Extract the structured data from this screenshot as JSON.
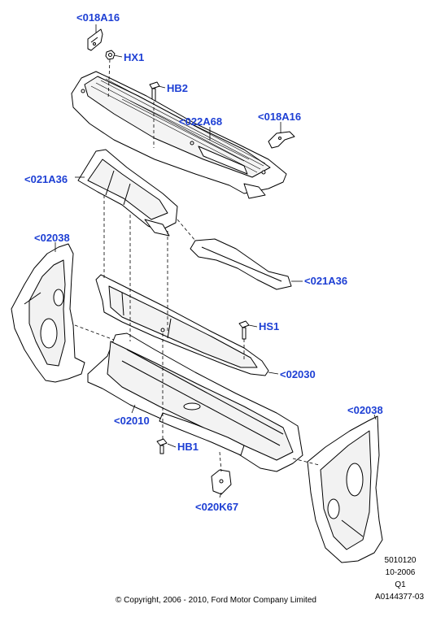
{
  "callouts": {
    "top_bracket": "<018A16",
    "hx1": "HX1",
    "hb2": "HB2",
    "cowl_grille": "<022A68",
    "right_bracket": "<018A16",
    "cowl_seal_left": "<021A36",
    "left_apron": "<02038",
    "cowl_seal_right": "<021A36",
    "hs1": "HS1",
    "dash_upper": "<02030",
    "cowl_panel": "<02010",
    "hb1": "HB1",
    "right_apron": "<02038",
    "bracket_lower": "<020K67"
  },
  "footer": {
    "code": "5010120",
    "date": "10-2006",
    "rev": "Q1",
    "ref": "A0144377-03",
    "copyright": "© Copyright, 2006 - 2010, Ford Motor Company Limited"
  },
  "colors": {
    "callout": "#1d3fd4",
    "line": "#000000",
    "part_fill": "#ffffff"
  }
}
